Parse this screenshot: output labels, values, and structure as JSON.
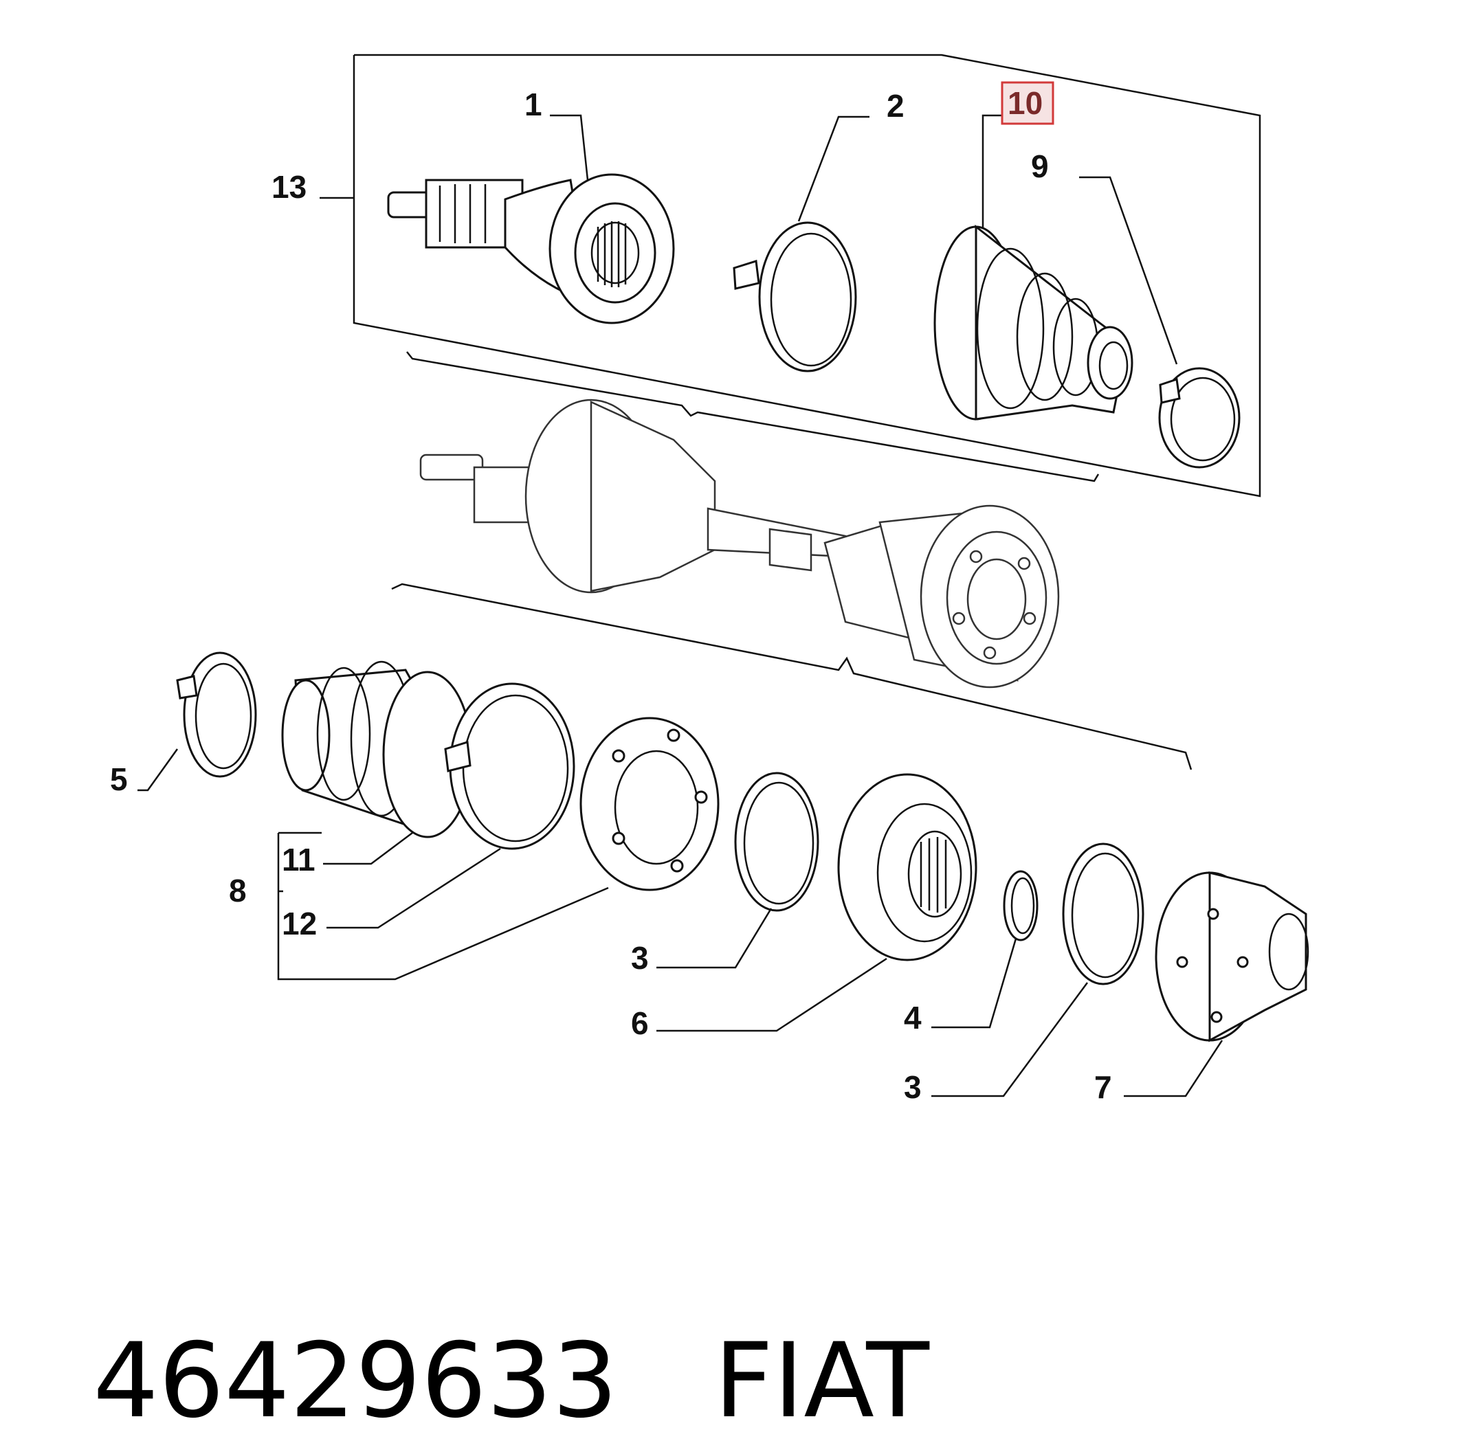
{
  "callouts": {
    "c1": "1",
    "c2": "2",
    "c3a": "3",
    "c3b": "3",
    "c4": "4",
    "c5": "5",
    "c6": "6",
    "c7": "7",
    "c8": "8",
    "c9": "9",
    "c10": "10",
    "c11": "11",
    "c12": "12",
    "c13": "13"
  },
  "caption": {
    "part_number": "46429633",
    "brand": "FIAT"
  },
  "colors": {
    "highlight_border": "#d23a3a",
    "highlight_fill": "#f6e3e3",
    "line": "#111111"
  }
}
